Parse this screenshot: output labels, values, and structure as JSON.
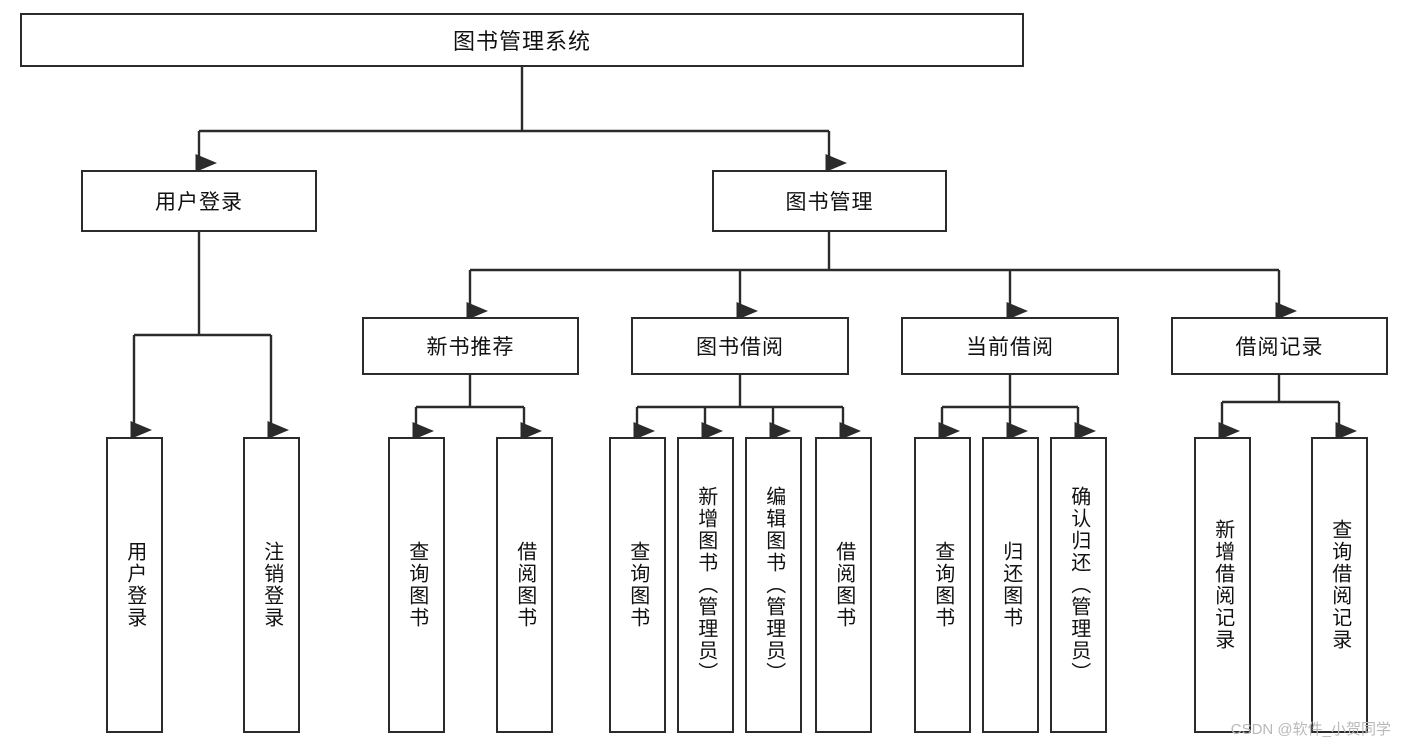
{
  "diagram": {
    "title": "图书管理系统",
    "type": "hierarchy-tree",
    "root": {
      "label": "图书管理系统"
    },
    "level2": [
      {
        "label": "用户登录"
      },
      {
        "label": "图书管理"
      }
    ],
    "level3": [
      {
        "label": "新书推荐"
      },
      {
        "label": "图书借阅"
      },
      {
        "label": "当前借阅"
      },
      {
        "label": "借阅记录"
      }
    ],
    "leaves": {
      "user_login": [
        {
          "label": "用户登录"
        },
        {
          "label": "注销登录"
        }
      ],
      "new_book_recommend": [
        {
          "label": "查询图书"
        },
        {
          "label": "借阅图书"
        }
      ],
      "book_borrow": [
        {
          "label": "查询图书"
        },
        {
          "label": "新增图书（管理员）"
        },
        {
          "label": "编辑图书（管理员）"
        },
        {
          "label": "借阅图书"
        }
      ],
      "current_borrow": [
        {
          "label": "查询图书"
        },
        {
          "label": "归还图书"
        },
        {
          "label": "确认归还（管理员）"
        }
      ],
      "borrow_record": [
        {
          "label": "新增借阅记录"
        },
        {
          "label": "查询借阅记录"
        }
      ]
    }
  },
  "watermark": {
    "text": "CSDN @软件_小贺同学"
  },
  "colors": {
    "border": "#2b2b2b",
    "text": "#111111",
    "background": "#ffffff",
    "watermark": "#b9b9b9"
  }
}
